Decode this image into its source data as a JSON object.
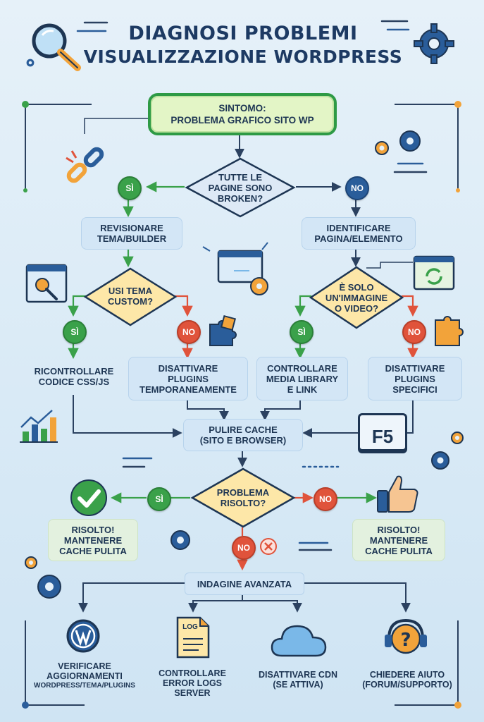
{
  "title": {
    "line1": "DIAGNOSI PROBLEMI",
    "line2": "VISUALIZZAZIONE WORDPRESS"
  },
  "start": {
    "label": "SINTOMO:\nPROBLEMA GRAFICO SITO WP"
  },
  "q1": {
    "label": "TUTTE LE\nPAGINE SONO\nBROKEN?"
  },
  "q1_yes": "SÌ",
  "q1_no": "NO",
  "left_step": {
    "label": "REVISIONARE\nTEMA/BUILDER"
  },
  "right_step": {
    "label": "IDENTIFICARE\nPAGINA/ELEMENTO"
  },
  "q2": {
    "label": "USI TEMA\nCUSTOM?"
  },
  "q2_yes": "SÌ",
  "q2_no": "NO",
  "q3": {
    "label": "È SOLO\nUN'IMMAGINE\nO VIDEO?"
  },
  "q3_yes": "SÌ",
  "q3_no": "NO",
  "actions": [
    {
      "label": "RICONTROLLARE\nCODICE CSS/JS"
    },
    {
      "label": "DISATTIVARE\nPLUGINS\nTEMPORANEAMENTE"
    },
    {
      "label": "CONTROLLARE\nMEDIA LIBRARY\nE LINK"
    },
    {
      "label": "DISATTIVARE\nPLUGINS\nSPECIFICI"
    }
  ],
  "cache": {
    "label": "PULIRE CACHE\n(SITO E BROWSER)"
  },
  "f5_key": "F5",
  "q4": {
    "label": "PROBLEMA\nRISOLTO?"
  },
  "q4_yes": "SÌ",
  "q4_no_right": "NO",
  "q4_no_down": "NO",
  "resolved_left": {
    "label": "RISOLTO!\nMANTENERE\nCACHE PULITA"
  },
  "resolved_right": {
    "label": "RISOLTO!\nMANTENERE\nCACHE PULITA"
  },
  "advanced": {
    "label": "INDAGINE AVANZATA"
  },
  "log_icon_text": "LOG",
  "bottom": [
    {
      "line1": "VERIFICARE",
      "line2": "AGGIORNAMENTI",
      "line3": "WORDPRESS/TEMA/PLUGINS"
    },
    {
      "line1": "CONTROLLARE",
      "line2": "ERROR LOGS",
      "line3": "SERVER"
    },
    {
      "line1": "DISATTIVARE CDN",
      "line2": "(SE ATTIVA)",
      "line3": ""
    },
    {
      "line1": "CHIEDERE AIUTO",
      "line2": "(FORUM/SUPPORTO)",
      "line3": ""
    }
  ],
  "colors": {
    "arrow_dark": "#2b4160",
    "arrow_green": "#3aa14a",
    "arrow_red": "#e0533b",
    "diamond_fill": "#fde7a8",
    "diamond_stroke": "#1d3553",
    "accent_blue": "#2a5d9a",
    "accent_orange": "#f2a33a"
  },
  "icons": [
    "magnifier-icon",
    "gear-icon",
    "broken-link-icon",
    "browser-wrench-icon",
    "browser-window-icon",
    "puzzle-icon",
    "refresh-icon",
    "bar-chart-icon",
    "checkmark-icon",
    "thumbs-up-icon",
    "wordpress-icon",
    "log-file-icon",
    "cloud-icon",
    "support-headset-icon"
  ]
}
